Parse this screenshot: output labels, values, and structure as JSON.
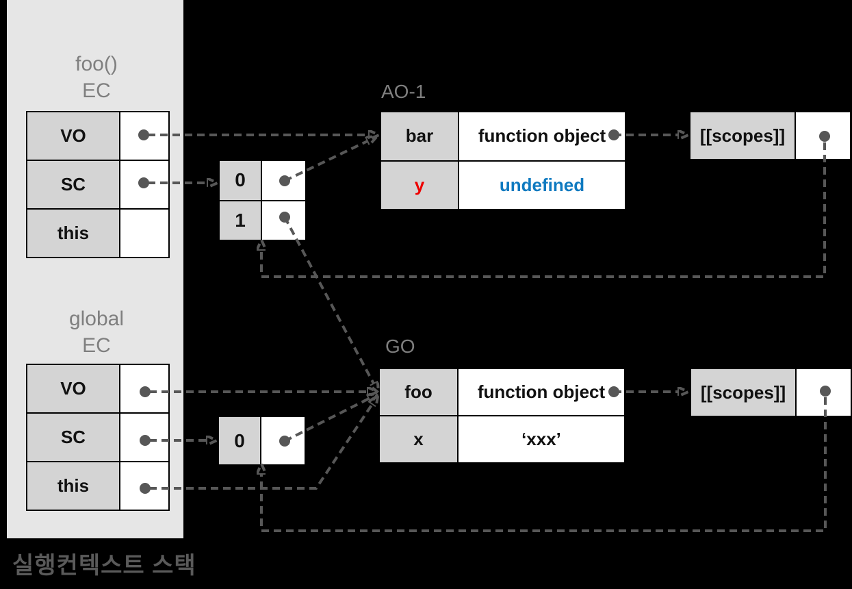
{
  "colors": {
    "background": "#000000",
    "stack_panel": "#e6e6e6",
    "cell_label_bg": "#d4d4d4",
    "cell_value_bg": "#ffffff",
    "border": "#000000",
    "title_gray": "#7f7f7f",
    "caption_gray": "#5a5a5a",
    "arrow_gray": "#575757",
    "key_red": "#ee0000",
    "value_blue": "#0f7ac0"
  },
  "stack_panel": {
    "caption": "실행컨텍스트 스택",
    "foo_ec": {
      "title": "foo()",
      "subtitle": "EC",
      "rows": [
        "VO",
        "SC",
        "this"
      ]
    },
    "global_ec": {
      "title": "global",
      "subtitle": "EC",
      "rows": [
        "VO",
        "SC",
        "this"
      ]
    }
  },
  "scope_chains": {
    "foo": {
      "entries": [
        "0",
        "1"
      ]
    },
    "global": {
      "entries": [
        "0"
      ]
    }
  },
  "objects": {
    "ao1": {
      "title": "AO-1",
      "rows": [
        {
          "key": "bar",
          "value": "function object"
        },
        {
          "key": "y",
          "value": "undefined"
        }
      ]
    },
    "go": {
      "title": "GO",
      "rows": [
        {
          "key": "foo",
          "value": "function object"
        },
        {
          "key": "x",
          "value": "‘xxx’"
        }
      ]
    }
  },
  "scopes_boxes": {
    "top": {
      "label": "[[scopes]]"
    },
    "bottom": {
      "label": "[[scopes]]"
    }
  }
}
